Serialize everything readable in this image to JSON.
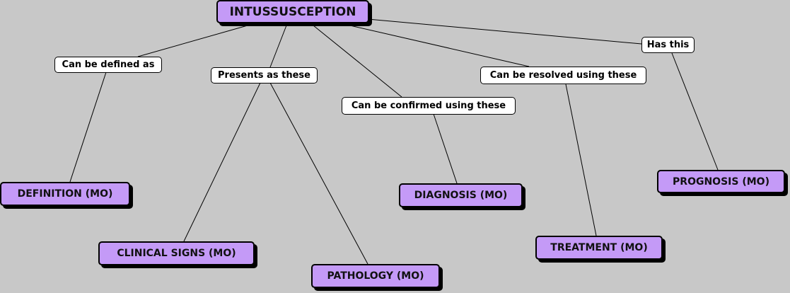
{
  "colors": {
    "background": "#c8c8c8",
    "concept_fill": "#c49af7",
    "label_fill": "#ffffff",
    "line": "#000000"
  },
  "root": {
    "label": "INTUSSUSCEPTION"
  },
  "link_labels": {
    "defined": "Can be defined as",
    "presents": "Presents as these",
    "confirmed": "Can be confirmed using these",
    "resolved": "Can be resolved using these",
    "has": "Has this"
  },
  "concepts": {
    "definition": "DEFINITION (MO)",
    "clinical_signs": "CLINICAL SIGNS (MO)",
    "pathology": "PATHOLOGY (MO)",
    "diagnosis": "DIAGNOSIS (MO)",
    "treatment": "TREATMENT (MO)",
    "prognosis": "PROGNOSIS (MO)"
  }
}
